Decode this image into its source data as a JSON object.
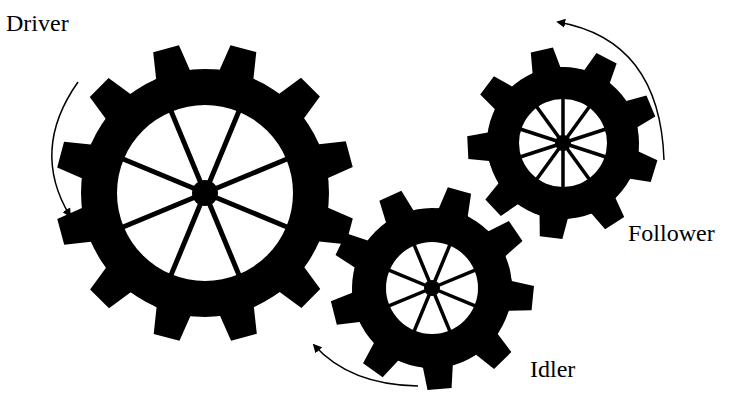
{
  "diagram": {
    "labels": [
      "Driver",
      "Follower",
      "Idler"
    ]
  }
}
